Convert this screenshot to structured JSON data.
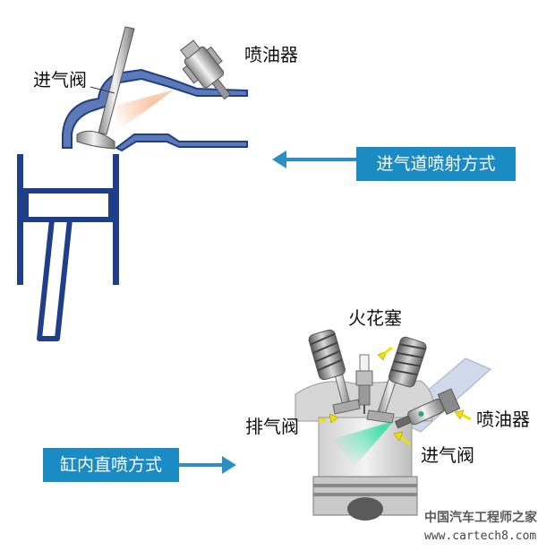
{
  "colors": {
    "badge_bg": "#1a8bc3",
    "arrow": "#2c8fc4",
    "outline": "#1f3f8a",
    "wall_fill": "#5d79b6",
    "spray": "#f0a070",
    "direct_spray": "#45d6a6",
    "pointer_yellow": "#f2e100"
  },
  "port_injection": {
    "label_intake_valve": "进气阀",
    "label_injector": "喷油器",
    "badge": "进气道喷射方式"
  },
  "direct_injection": {
    "label_spark_plug": "火花塞",
    "label_exhaust_valve": "排气阀",
    "label_injector": "喷油器",
    "label_intake_valve": "进气阀",
    "badge": "缸内直喷方式"
  },
  "watermark": {
    "cn": "中国汽车工程师之家",
    "url": "www.cartech8.com"
  }
}
